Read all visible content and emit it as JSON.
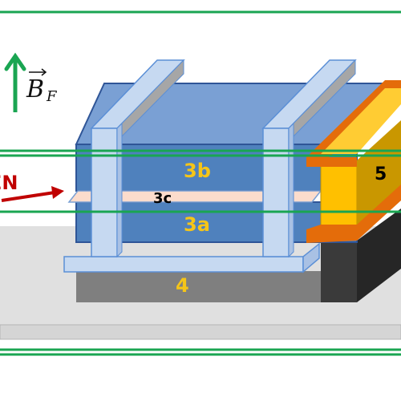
{
  "labels": {
    "upper_layer": "3b",
    "interlayer": "3c",
    "lower_layer": "3a",
    "base": "4",
    "side_block": "5",
    "field_symbol": "B",
    "field_subscript": "F",
    "left_cut_text": "EN"
  },
  "colors": {
    "green_line": "#1aa552",
    "layer_blue": "#4f81bd",
    "layer_top": "#7aa0d4",
    "rail": "#c6d9f1",
    "rail_edge": "#5b8fd6",
    "interlayer": "#fcdccc",
    "base_gray": "#7f7f7f",
    "platform": "#e0e0e0",
    "block_yellow": "#ffc000",
    "block_orange": "#e46c0a",
    "block_dark": "#3a3a3a",
    "text_yellow": "#f5c518",
    "arrow_red": "#c00000",
    "arrow_green": "#1aa552"
  }
}
